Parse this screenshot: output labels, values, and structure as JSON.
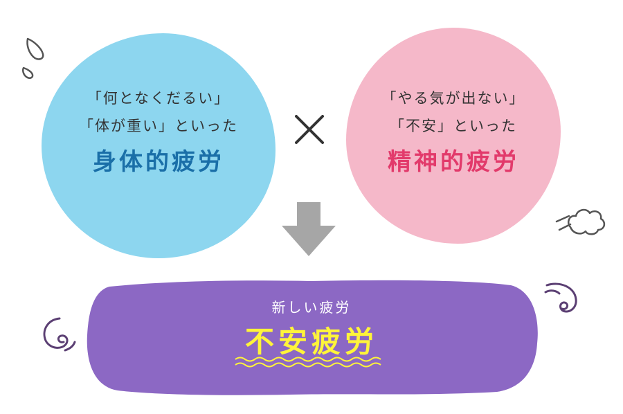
{
  "physical": {
    "line1": "「何となくだるい」",
    "line2": "「体が重い」といった",
    "title": "身体的疲労"
  },
  "mental": {
    "line1": "「やる気が出ない」",
    "line2": "「不安」といった",
    "title": "精神的疲労"
  },
  "result": {
    "label": "新しい疲労",
    "title": "不安疲労"
  },
  "colors": {
    "blue_circle": "#8dd6ef",
    "pink_circle": "#f5b8c9",
    "physical_title": "#1a6fa8",
    "mental_title": "#e23a6b",
    "result_blob": "#8c68c4",
    "result_title": "#fff43a",
    "arrow": "#a6a6a6",
    "doodle": "#5b3f73"
  },
  "icons": [
    "multiply-icon",
    "down-arrow-icon",
    "sweat-drops-icon",
    "sigh-puff-icon",
    "swirl-icon"
  ]
}
